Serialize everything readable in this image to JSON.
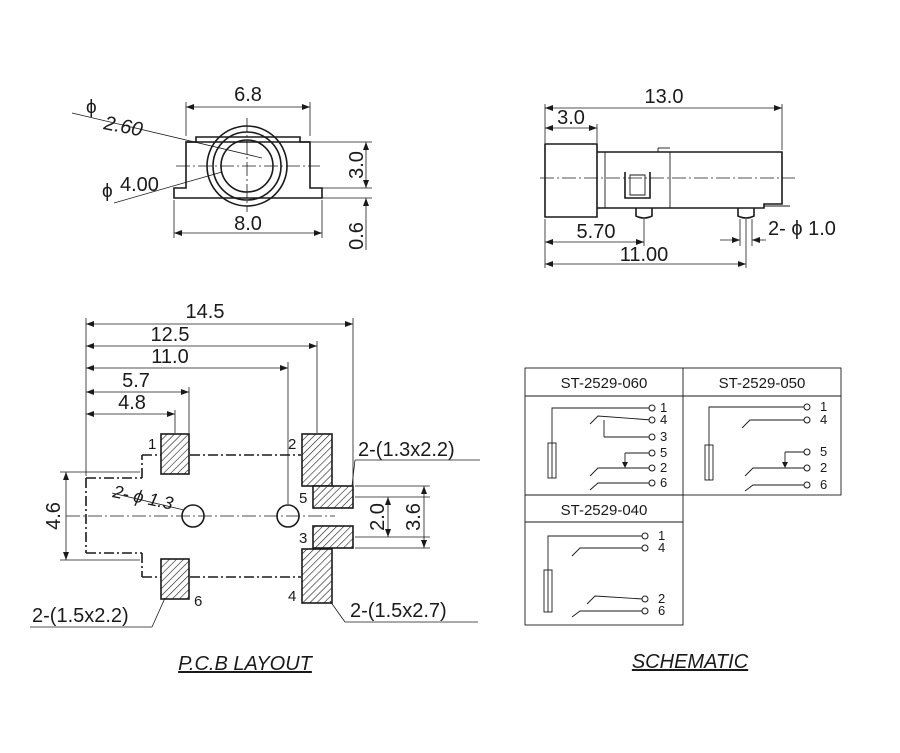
{
  "front_view": {
    "dim_width_top": "6.8",
    "dim_inner_dia": "2.60",
    "dim_outer_dia": "4.00",
    "dim_width_bottom": "8.0",
    "dim_height": "3.0",
    "dim_base": "0.6",
    "phi": "ϕ"
  },
  "side_view": {
    "dim_length": "13.0",
    "dim_front": "3.0",
    "dim_pin_pos": "5.70",
    "dim_body": "11.00",
    "dim_pins": "2- ϕ 1.0"
  },
  "pcb": {
    "dim_14_5": "14.5",
    "dim_12_5": "12.5",
    "dim_11_0": "11.0",
    "dim_5_7": "5.7",
    "dim_4_8": "4.8",
    "dim_4_6": "4.6",
    "dim_2_0": "2.0",
    "dim_3_6": "3.6",
    "hole_label": "2- ϕ 1.3",
    "pad_label_a": "2-(1.3x2.2)",
    "pad_label_b": "2-(1.5x2.2)",
    "pad_label_c": "2-(1.5x2.7)",
    "pins": [
      "1",
      "2",
      "3",
      "4",
      "5",
      "6"
    ],
    "caption": "P.C.B LAYOUT"
  },
  "schematic": {
    "models": [
      "ST-2529-060",
      "ST-2529-050",
      "ST-2529-040"
    ],
    "pins_060": [
      "1",
      "4",
      "3",
      "5",
      "2",
      "6"
    ],
    "pins_050": [
      "1",
      "4",
      "5",
      "2",
      "6"
    ],
    "pins_040": [
      "1",
      "4",
      "2",
      "6"
    ],
    "caption": "SCHEMATIC"
  }
}
